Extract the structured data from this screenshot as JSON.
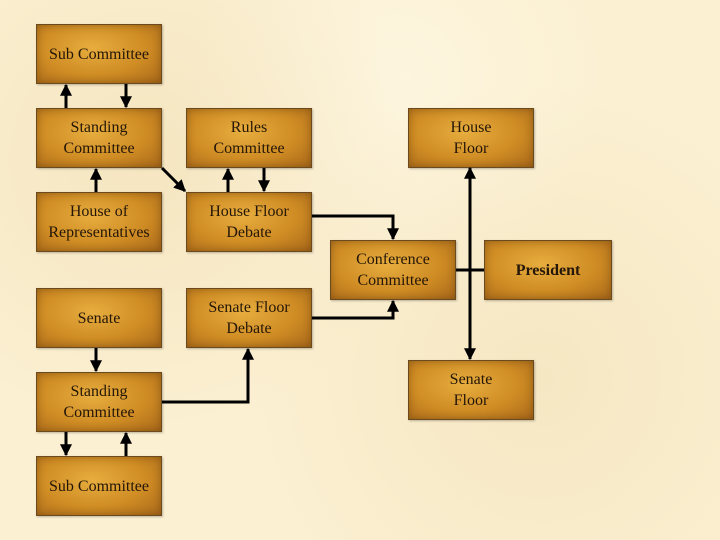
{
  "diagram": {
    "nodes": {
      "house_sub_committee": "Sub Committee",
      "house_standing_committee": "Standing\nCommittee",
      "house_of_representatives": "House of\nRepresentatives",
      "rules_committee": "Rules\nCommittee",
      "house_floor_debate": "House Floor\nDebate",
      "house_floor": "House\nFloor",
      "conference_committee": "Conference\nCommittee",
      "president": "President",
      "senate": "Senate",
      "senate_floor_debate": "Senate Floor\nDebate",
      "senate_standing_committee": "Standing\nCommittee",
      "senate_sub_committee": "Sub Committee",
      "senate_floor": "Senate\nFloor"
    },
    "colors": {
      "box_fill": "#cf8c24",
      "box_border": "#6b4a1e",
      "connector": "#000000",
      "background": "#fbf0d2"
    }
  }
}
